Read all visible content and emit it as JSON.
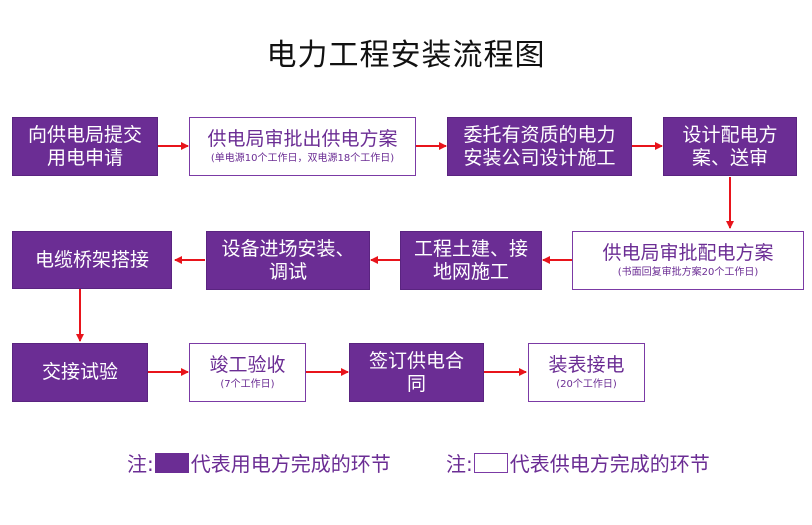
{
  "title": "电力工程安装流程图",
  "steps": {
    "s1": {
      "line1": "向供电局提交",
      "line2": "用电申请"
    },
    "s2": {
      "line1": "供电局审批出供电方案",
      "note": "(单电源10个工作日，双电源18个工作日)"
    },
    "s3": {
      "line1": "委托有资质的电力",
      "line2": "安装公司设计施工"
    },
    "s4": {
      "line1": "设计配电方",
      "line2": "案、送审"
    },
    "s5": {
      "line1": "供电局审批配电方案",
      "note": "(书面回复审批方案20个工作日)"
    },
    "s6": {
      "line1": "工程土建、接",
      "line2": "地网施工"
    },
    "s7": {
      "line1": "设备进场安装、",
      "line2": "调试"
    },
    "s8": {
      "line1": "电缆桥架搭接"
    },
    "s9": {
      "line1": "交接试验"
    },
    "s10": {
      "line1": "竣工验收",
      "note": "(7个工作日)"
    },
    "s11": {
      "line1": "签订供电合",
      "line2": "同"
    },
    "s12": {
      "line1": "装表接电",
      "note": "(20个工作日)"
    }
  },
  "legend": {
    "prefix1": "注:",
    "text1": "代表用电方完成的环节",
    "prefix2": "注:",
    "text2": "代表供电方完成的环节"
  },
  "colors": {
    "purple": "#6b2d94",
    "arrow": "#e8141b"
  }
}
